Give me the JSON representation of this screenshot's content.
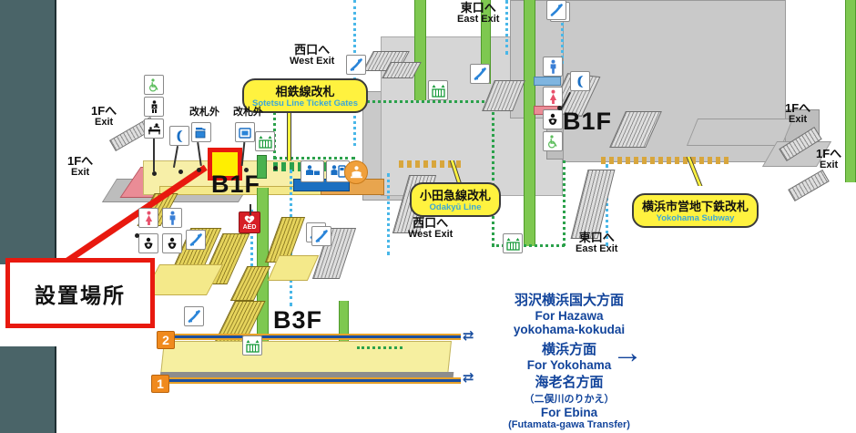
{
  "map": {
    "title": "Station concourse floor map",
    "callout": {
      "label": "設置場所"
    },
    "floor_tags": [
      {
        "id": "b1f-left",
        "label": "B1F"
      },
      {
        "id": "b1f-right",
        "label": "B1F"
      },
      {
        "id": "b3f",
        "label": "B3F"
      }
    ],
    "gate_badges": [
      {
        "id": "sotetsu",
        "jp": "相鉄線改札",
        "en": "Sotetsu Line Ticket Gates"
      },
      {
        "id": "odakyu",
        "jp": "小田急線改札",
        "en": "Odakyū Line"
      },
      {
        "id": "subway",
        "jp": "横浜市営地下鉄改札",
        "en": "Yokohama Subway"
      }
    ],
    "exit_labels": [
      {
        "id": "exit-1f-a",
        "jp": "1Fへ",
        "en": "Exit"
      },
      {
        "id": "exit-1f-b",
        "jp": "1Fへ",
        "en": "Exit"
      },
      {
        "id": "exit-1f-c",
        "jp": "1Fへ",
        "en": "Exit"
      },
      {
        "id": "exit-1f-d",
        "jp": "1Fへ",
        "en": "Exit"
      },
      {
        "id": "west-exit-1",
        "jp": "西口へ",
        "en": "West Exit"
      },
      {
        "id": "west-exit-2",
        "jp": "西口へ",
        "en": "West Exit"
      },
      {
        "id": "east-exit-1",
        "jp": "東口へ",
        "en": "East Exit"
      },
      {
        "id": "east-exit-2",
        "jp": "東口へ",
        "en": "East Exit"
      }
    ],
    "outside_gate_labels": [
      {
        "id": "outside-1",
        "jp": "改札外"
      },
      {
        "id": "outside-2",
        "jp": "改札外"
      }
    ],
    "platform_numbers": [
      {
        "id": "platform-2",
        "label": "2"
      },
      {
        "id": "platform-1",
        "label": "1"
      }
    ],
    "directions": [
      {
        "id": "hazawa",
        "jp": "羽沢横浜国大方面",
        "jp_sub": "",
        "en": "For Hazawa",
        "en_sub": "yokohama-kokudai"
      },
      {
        "id": "yokohama",
        "jp": "横浜方面",
        "jp_sub": "",
        "en": "For Yokohama",
        "en_sub": ""
      },
      {
        "id": "ebina",
        "jp": "海老名方面",
        "jp_sub": "（二俣川のりかえ）",
        "en": "For Ebina",
        "en_sub": "(Futamata-gawa Transfer)"
      }
    ],
    "icons": [
      {
        "id": "wheelchair-left",
        "name": "wheelchair-icon"
      },
      {
        "id": "elevator-person",
        "name": "elevator-icon"
      },
      {
        "id": "baby-change-left",
        "name": "baby-changing-icon"
      },
      {
        "id": "phone-left",
        "name": "telephone-icon"
      },
      {
        "id": "coin-locker-1",
        "name": "coin-locker-icon"
      },
      {
        "id": "coin-locker-2",
        "name": "coin-locker-icon"
      },
      {
        "id": "elevator-center",
        "name": "elevator-icon"
      },
      {
        "id": "restroom-male-left",
        "name": "restroom-male-icon"
      },
      {
        "id": "restroom-female-left",
        "name": "restroom-female-icon"
      },
      {
        "id": "baby-room-a",
        "name": "baby-room-icon"
      },
      {
        "id": "baby-room-b",
        "name": "baby-room-icon"
      },
      {
        "id": "aed",
        "name": "aed-icon",
        "label": "AED"
      },
      {
        "id": "escalator-a",
        "name": "escalator-icon"
      },
      {
        "id": "escalator-b",
        "name": "escalator-icon"
      },
      {
        "id": "escalator-c",
        "name": "escalator-icon"
      },
      {
        "id": "escalator-d",
        "name": "escalator-icon"
      },
      {
        "id": "escalator-e",
        "name": "escalator-icon"
      },
      {
        "id": "escalator-f",
        "name": "escalator-icon"
      },
      {
        "id": "ticket-office-1",
        "name": "ticket-window-icon"
      },
      {
        "id": "ticket-office-2",
        "name": "ticket-machine-icon"
      },
      {
        "id": "information",
        "name": "information-icon"
      },
      {
        "id": "restroom-male-right",
        "name": "restroom-male-icon"
      },
      {
        "id": "restroom-female-right",
        "name": "restroom-female-icon"
      },
      {
        "id": "baby-room-right",
        "name": "baby-room-icon"
      },
      {
        "id": "wheelchair-right",
        "name": "wheelchair-icon"
      },
      {
        "id": "phone-right",
        "name": "telephone-icon"
      },
      {
        "id": "elevator-right",
        "name": "elevator-icon"
      },
      {
        "id": "elevator-b3f",
        "name": "elevator-icon"
      },
      {
        "id": "elevator-top",
        "name": "elevator-icon"
      }
    ],
    "colors": {
      "marker_fill": "#ffef00",
      "marker_border": "#e8190f",
      "gate_badge": "#fff23f",
      "corridor_green": "#7ec850",
      "track_blue": "#1b4fa0",
      "direction_text": "#12449b",
      "platform_number": "#f08a1e",
      "edge_bar": "#4a6468"
    }
  }
}
